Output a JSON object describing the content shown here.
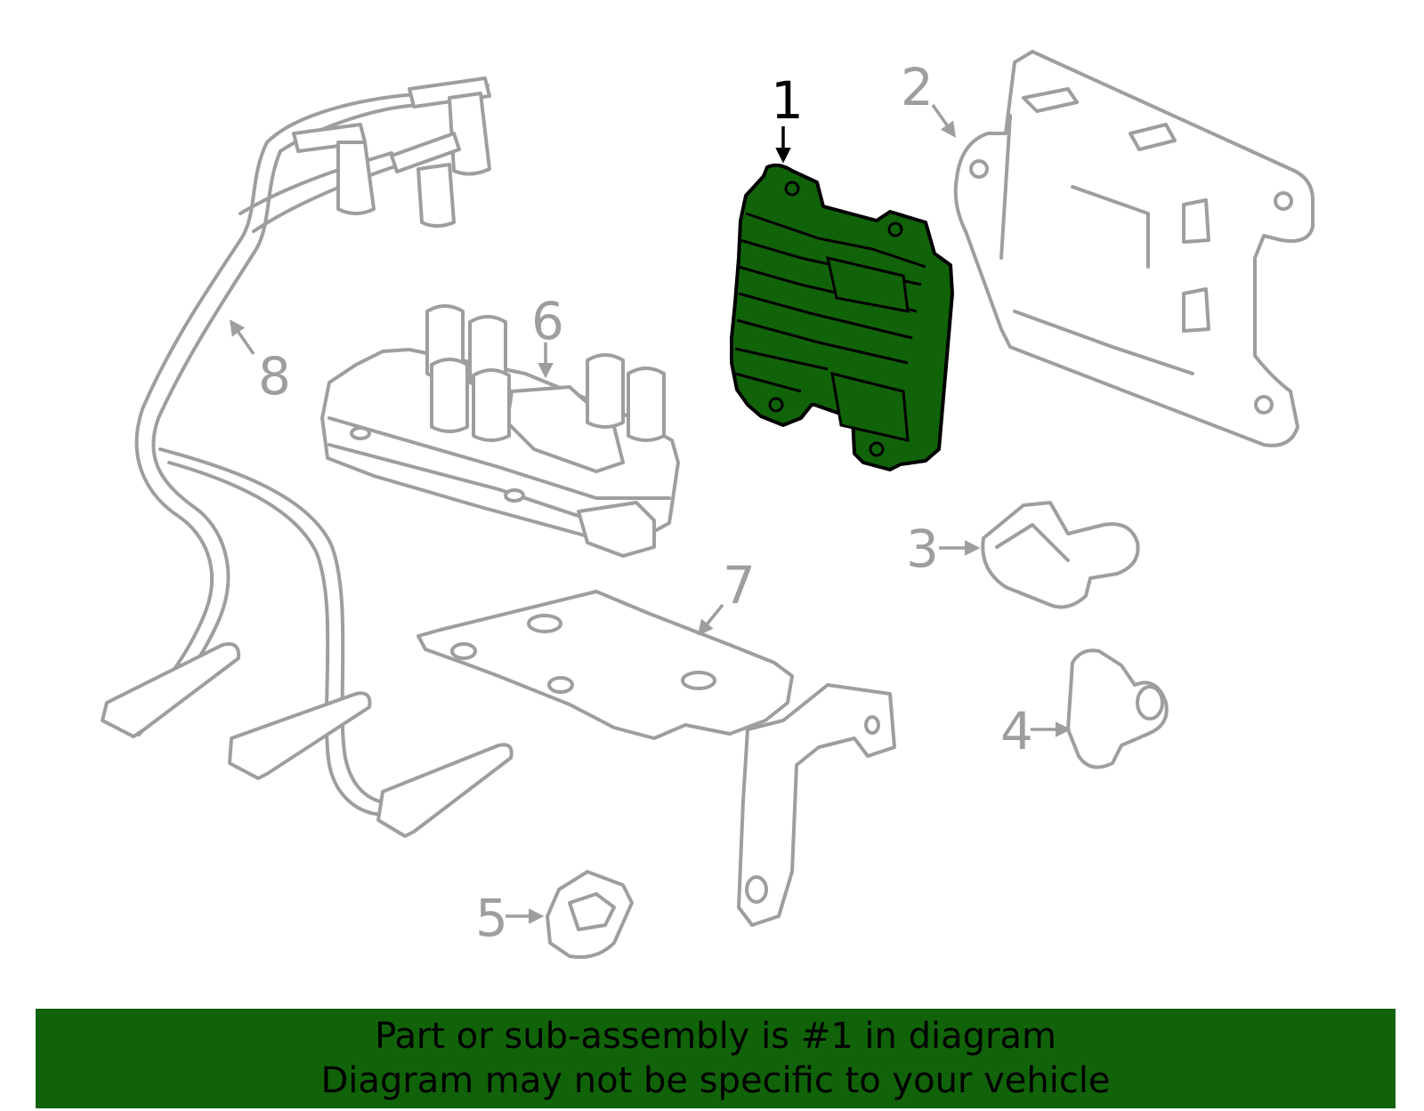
{
  "diagram": {
    "highlight_color": "#116309",
    "outline_color": "#9e9e9e",
    "callouts": [
      {
        "id": "1",
        "label": "1",
        "highlighted": true
      },
      {
        "id": "2",
        "label": "2",
        "highlighted": false
      },
      {
        "id": "3",
        "label": "3",
        "highlighted": false
      },
      {
        "id": "4",
        "label": "4",
        "highlighted": false
      },
      {
        "id": "5",
        "label": "5",
        "highlighted": false
      },
      {
        "id": "6",
        "label": "6",
        "highlighted": false
      },
      {
        "id": "7",
        "label": "7",
        "highlighted": false
      },
      {
        "id": "8",
        "label": "8",
        "highlighted": false
      }
    ]
  },
  "banner": {
    "line1": "Part or sub-assembly is #1 in diagram",
    "line2": "Diagram may not be specific to your vehicle",
    "background": "#116309"
  }
}
